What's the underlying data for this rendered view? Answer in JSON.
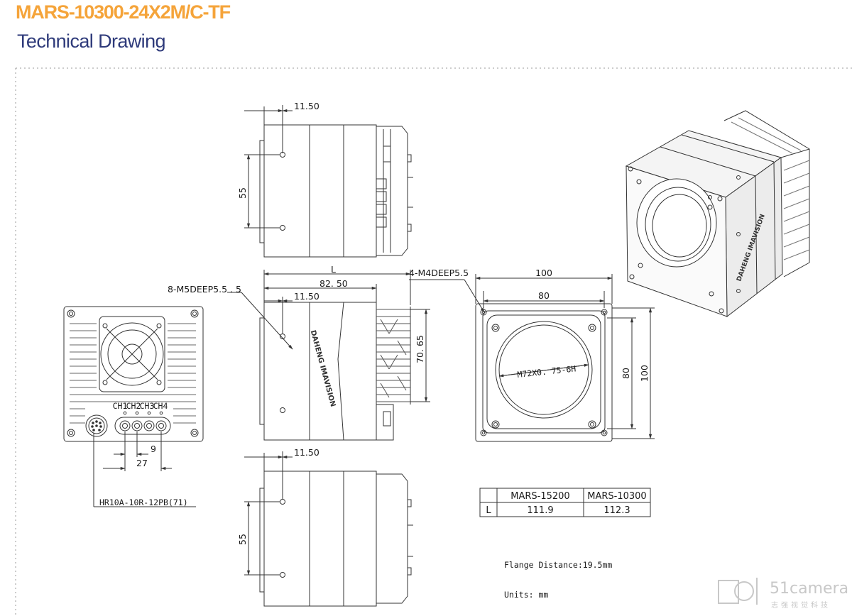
{
  "header": {
    "product": "MARS-10300-24X2M/C-TF",
    "section": "Technical Drawing"
  },
  "dimensions": {
    "top_view_offset": "11.50",
    "top_view_hole_spacing": "55",
    "side_length": "L",
    "side_body_length": "82. 50",
    "side_offset": "11.50",
    "side_height": "70. 65",
    "side_hole_callout": "8-M5DEEP5.5 . 5",
    "front_hole_callout": "4-M4DEEP5.5",
    "front_width_outer": "100",
    "front_width_inner": "80",
    "front_height_inner": "80",
    "front_height_outer": "100",
    "mount_thread": "M72X0. 75-6H",
    "bottom_view_offset": "11.50",
    "bottom_view_hole_spacing": "55",
    "rear_dim_small": "9",
    "rear_dim_large": "27",
    "connector": "HR10A-10R-12PB(71)",
    "channels": [
      "CH1",
      "CH2",
      "CH3",
      "CH4"
    ],
    "label_flange": "Flange Distance:19.5mm",
    "label_units": "Units: mm"
  },
  "table": {
    "headers": [
      "MARS-15200",
      "MARS-10300"
    ],
    "row_label": "L",
    "values": [
      "111.9",
      "112.3"
    ]
  },
  "brand": {
    "logo_text": "51camera",
    "logo_subtext": "志强视觉科技",
    "camera_marking": "DAHENG IMAVISION"
  },
  "colors": {
    "product_title": "#f5a43a",
    "section_title": "#2e3a7a",
    "line": "#333333"
  }
}
